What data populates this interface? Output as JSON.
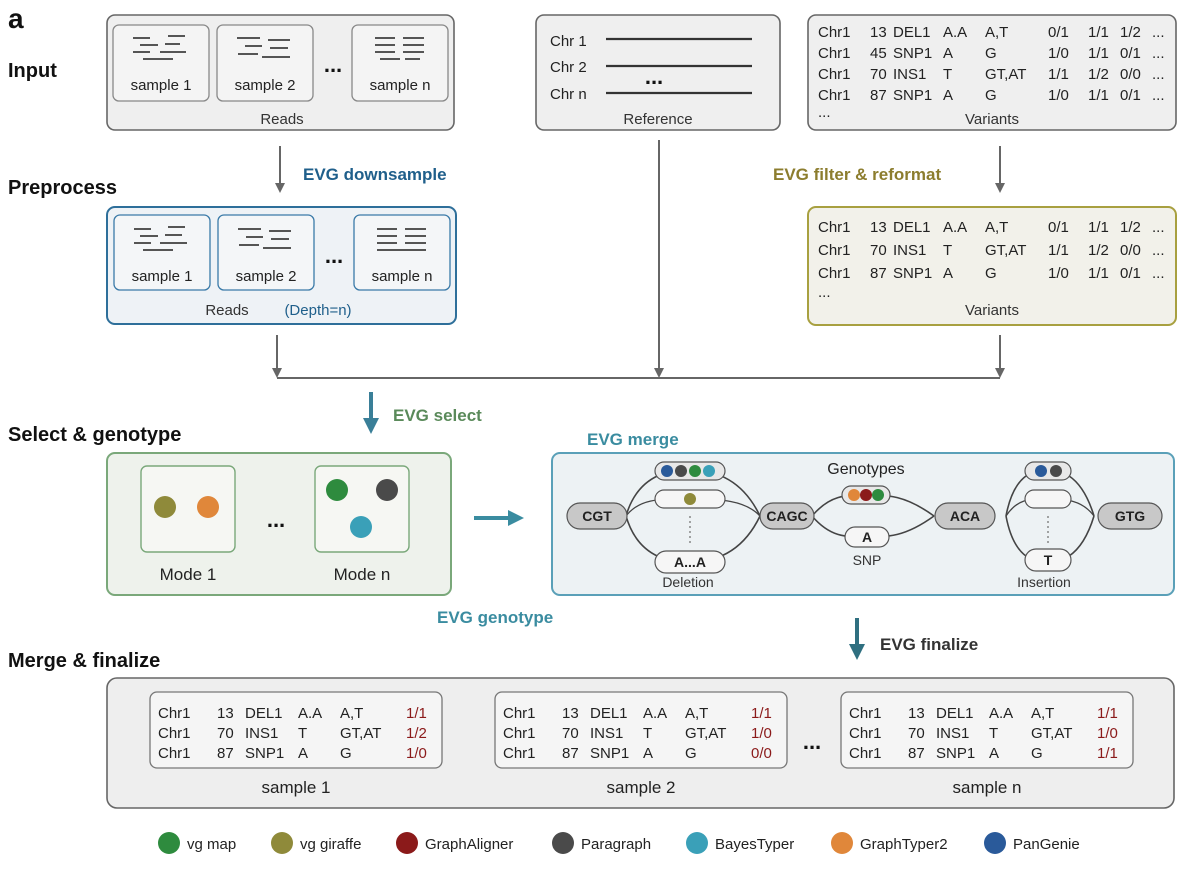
{
  "panel_label": "a",
  "stages": {
    "input": "Input",
    "preprocess": "Preprocess",
    "select_genotype": "Select & genotype",
    "merge_finalize": "Merge & finalize"
  },
  "steps": {
    "downsample": "EVG downsample",
    "filter_reformat": "EVG filter & reformat",
    "select": "EVG select",
    "merge": "EVG merge",
    "genotype": "EVG genotype",
    "finalize": "EVG finalize"
  },
  "colors": {
    "downsample": "#1f5f8b",
    "filter_reformat": "#8c7d2e",
    "select": "#5a8a5a",
    "merge": "#3a8ca0",
    "genotype": "#3a8ca0",
    "finalize": "#2f6f80",
    "preprocess_border": "#2e6f9a",
    "variants_border": "#a8a040",
    "select_border": "#7aa87a",
    "merge_border": "#5aa0b8",
    "genotype_red": "#8b1a1a"
  },
  "input": {
    "reads": {
      "caption": "Reads",
      "samples": [
        "sample 1",
        "sample 2",
        "sample n"
      ],
      "ellipsis": "..."
    },
    "reference": {
      "caption": "Reference",
      "chromosomes": [
        "Chr 1",
        "Chr 2",
        "Chr n"
      ],
      "ellipsis": "..."
    },
    "variants": {
      "caption": "Variants",
      "rows": [
        [
          "Chr1",
          "13",
          "DEL1",
          "A.A",
          "A,T",
          "0/1",
          "1/1",
          "1/2",
          "..."
        ],
        [
          "Chr1",
          "45",
          "SNP1",
          "A",
          "G",
          "1/0",
          "1/1",
          "0/1",
          "..."
        ],
        [
          "Chr1",
          "70",
          "INS1",
          "T",
          "GT,AT",
          "1/1",
          "1/2",
          "0/0",
          "..."
        ],
        [
          "Chr1",
          "87",
          "SNP1",
          "A",
          "G",
          "1/0",
          "1/1",
          "0/1",
          "..."
        ]
      ],
      "ellipsis": "..."
    }
  },
  "preprocess": {
    "reads": {
      "caption": "Reads",
      "depth": "(Depth=n)",
      "samples": [
        "sample 1",
        "sample 2",
        "sample n"
      ],
      "ellipsis": "..."
    },
    "variants": {
      "caption": "Variants",
      "rows": [
        [
          "Chr1",
          "13",
          "DEL1",
          "A.A",
          "A,T",
          "0/1",
          "1/1",
          "1/2",
          "..."
        ],
        [
          "Chr1",
          "70",
          "INS1",
          "T",
          "GT,AT",
          "1/1",
          "1/2",
          "0/0",
          "..."
        ],
        [
          "Chr1",
          "87",
          "SNP1",
          "A",
          "G",
          "1/0",
          "1/1",
          "0/1",
          "..."
        ]
      ],
      "ellipsis": "..."
    }
  },
  "select_box": {
    "modes": [
      "Mode 1",
      "Mode n"
    ],
    "ellipsis": "..."
  },
  "graph": {
    "title": "Genotypes",
    "nodes": [
      "CGT",
      "CAGC",
      "ACA",
      "GTG"
    ],
    "deletion_allele": "A...A",
    "deletion_label": "Deletion",
    "snp_allele": "A",
    "snp_label": "SNP",
    "insertion_allele": "T",
    "insertion_label": "Insertion"
  },
  "final": {
    "samples": [
      {
        "name": "sample 1",
        "rows": [
          [
            "Chr1",
            "13",
            "DEL1",
            "A.A",
            "A,T",
            "1/1"
          ],
          [
            "Chr1",
            "70",
            "INS1",
            "T",
            "GT,AT",
            "1/2"
          ],
          [
            "Chr1",
            "87",
            "SNP1",
            "A",
            "G",
            "1/0"
          ]
        ]
      },
      {
        "name": "sample 2",
        "rows": [
          [
            "Chr1",
            "13",
            "DEL1",
            "A.A",
            "A,T",
            "1/1"
          ],
          [
            "Chr1",
            "70",
            "INS1",
            "T",
            "GT,AT",
            "1/0"
          ],
          [
            "Chr1",
            "87",
            "SNP1",
            "A",
            "G",
            "0/0"
          ]
        ]
      },
      {
        "name": "sample n",
        "rows": [
          [
            "Chr1",
            "13",
            "DEL1",
            "A.A",
            "A,T",
            "1/1"
          ],
          [
            "Chr1",
            "70",
            "INS1",
            "T",
            "GT,AT",
            "1/0"
          ],
          [
            "Chr1",
            "87",
            "SNP1",
            "A",
            "G",
            "1/1"
          ]
        ]
      }
    ],
    "ellipsis": "..."
  },
  "legend": [
    {
      "label": "vg map",
      "color": "#2e8b3e"
    },
    {
      "label": "vg giraffe",
      "color": "#8f8a3a"
    },
    {
      "label": "GraphAligner",
      "color": "#8b1a1a"
    },
    {
      "label": "Paragraph",
      "color": "#4a4a4a"
    },
    {
      "label": "BayesTyper",
      "color": "#3aa0b8"
    },
    {
      "label": "GraphTyper2",
      "color": "#e0873a"
    },
    {
      "label": "PanGenie",
      "color": "#2a5a9a"
    }
  ]
}
